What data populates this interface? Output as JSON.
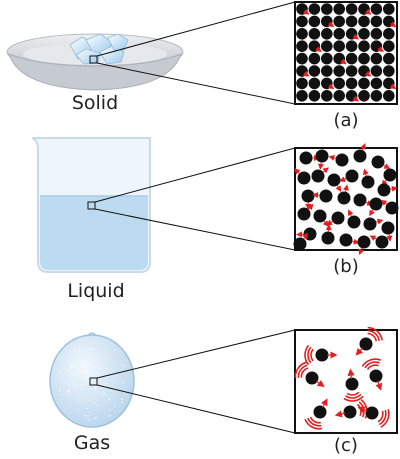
{
  "states": [
    {
      "key": "solid",
      "name": "Solid",
      "caption": "(a)"
    },
    {
      "key": "liquid",
      "name": "Liquid",
      "caption": "(b)"
    },
    {
      "key": "gas",
      "name": "Gas",
      "caption": "(c)"
    }
  ],
  "colors": {
    "particle": "#111111",
    "motion_arrow": "#e02020",
    "outline": "#111111",
    "bowl": "#d4d8dd",
    "beaker_glass": "#e4f0f8",
    "beaker_liquid": "#bcdaf0",
    "balloon": "#cfe3f3"
  }
}
